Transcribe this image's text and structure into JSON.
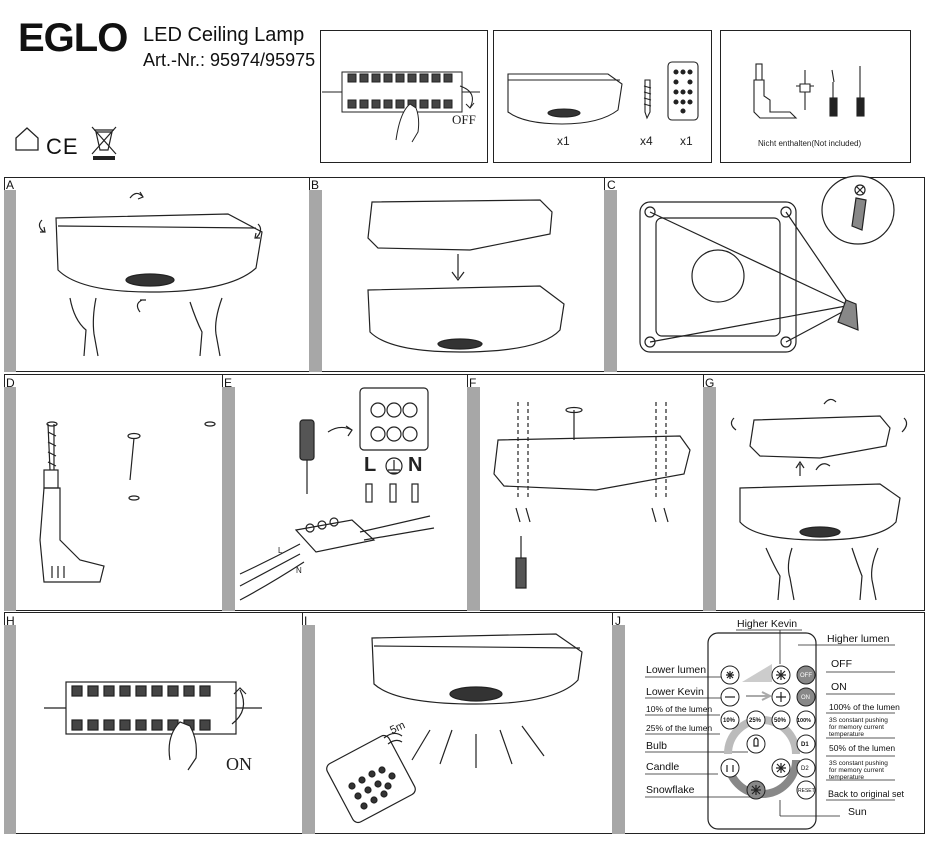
{
  "header": {
    "brand": "EGLO",
    "product_title": "LED Ceiling Lamp",
    "article_number": "Art.-Nr.: 95974/95975",
    "ce_mark": "CE"
  },
  "top_panels": {
    "switch_off": {
      "label": "OFF"
    },
    "contents": {
      "lamp_qty": "x1",
      "screw_qty": "x4",
      "remote_qty": "x1"
    },
    "tools": {
      "note": "Nicht enthalten(Not included)"
    }
  },
  "steps": {
    "A": "A",
    "B": "B",
    "C": "C",
    "D": "D",
    "E": "E",
    "F": "F",
    "G": "G",
    "H": "H",
    "I": "I",
    "J": "J"
  },
  "wiring": {
    "terminal_labels": [
      "L",
      "N"
    ],
    "wire_labels": [
      "L",
      "N"
    ]
  },
  "switch_on": {
    "label": "ON"
  },
  "remote_range": {
    "label": "5m"
  },
  "remote": {
    "higher_kevin": "Higher Kevin",
    "higher_lumen": "Higher lumen",
    "lower_lumen": "Lower lumen",
    "lower_kevin": "Lower Kevin",
    "off": "OFF",
    "on": "ON",
    "pct10": "10% of the lumen",
    "pct25": "25% of the lumen",
    "pct100": "100% of the lumen",
    "memory1": "3S constant pushing for memory current temperature",
    "pct50": "50% of the lumen",
    "memory2": "3S constant pushing for memory current temperature",
    "back": "Back to original set",
    "bulb": "Bulb",
    "candle": "Candle",
    "snowflake": "Snowflake",
    "sun": "Sun",
    "btn_off": "OFF",
    "btn_on": "ON",
    "btn_10": "10%",
    "btn_25": "25%",
    "btn_50": "50%",
    "btn_100": "100%",
    "btn_d1": "D1",
    "btn_d2": "D2",
    "btn_reset": "RESET"
  }
}
